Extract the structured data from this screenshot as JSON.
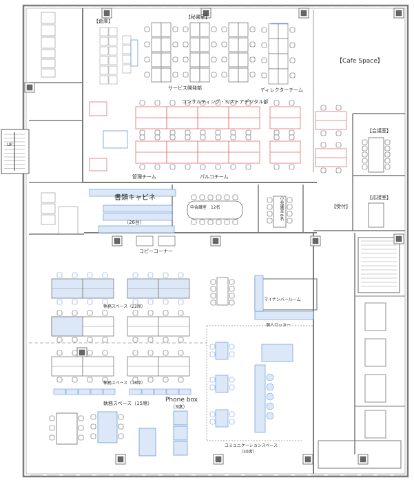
{
  "title": "Office floor plan",
  "rooms": {
    "storage": "【倉庫】",
    "secretary": "【秘書室】",
    "service_dev": "サービス開発部",
    "director_team": "ディレクターチーム",
    "consulting": "コンサルティング・3/ストアデジタル部",
    "cafe": "【Cafe Space】",
    "meeting_room": "【会議室】",
    "reception_room": "【応接室】",
    "reception": "【受付】",
    "admin_team": "管理チーム",
    "parco_team": "パルコチーム",
    "cabinet": "書類キャビネ",
    "cabinet_count": "（26台）",
    "mid_meeting": "中会議室　12名",
    "small_meeting": "小会議室 8名",
    "copy_corner": "コピーコーナー",
    "work_22": "執務スペース（22席）",
    "work_16": "執務スペース（16席）",
    "work_15": "執務スペース（15席）",
    "phone_box": "Phone box",
    "phone_box_count": "（3席）",
    "mynumber_room": "マイナンバールーム",
    "locker": "個人ロッカー",
    "communication": "コミュニケーションスペース",
    "communication_count": "（30席）",
    "stair_up": "UP"
  },
  "colors": {
    "wall": "#7a7a7a",
    "red_desk": "#e86a6a",
    "blue_fill": "#dce8f7",
    "blue_line": "#6a9ad8"
  }
}
